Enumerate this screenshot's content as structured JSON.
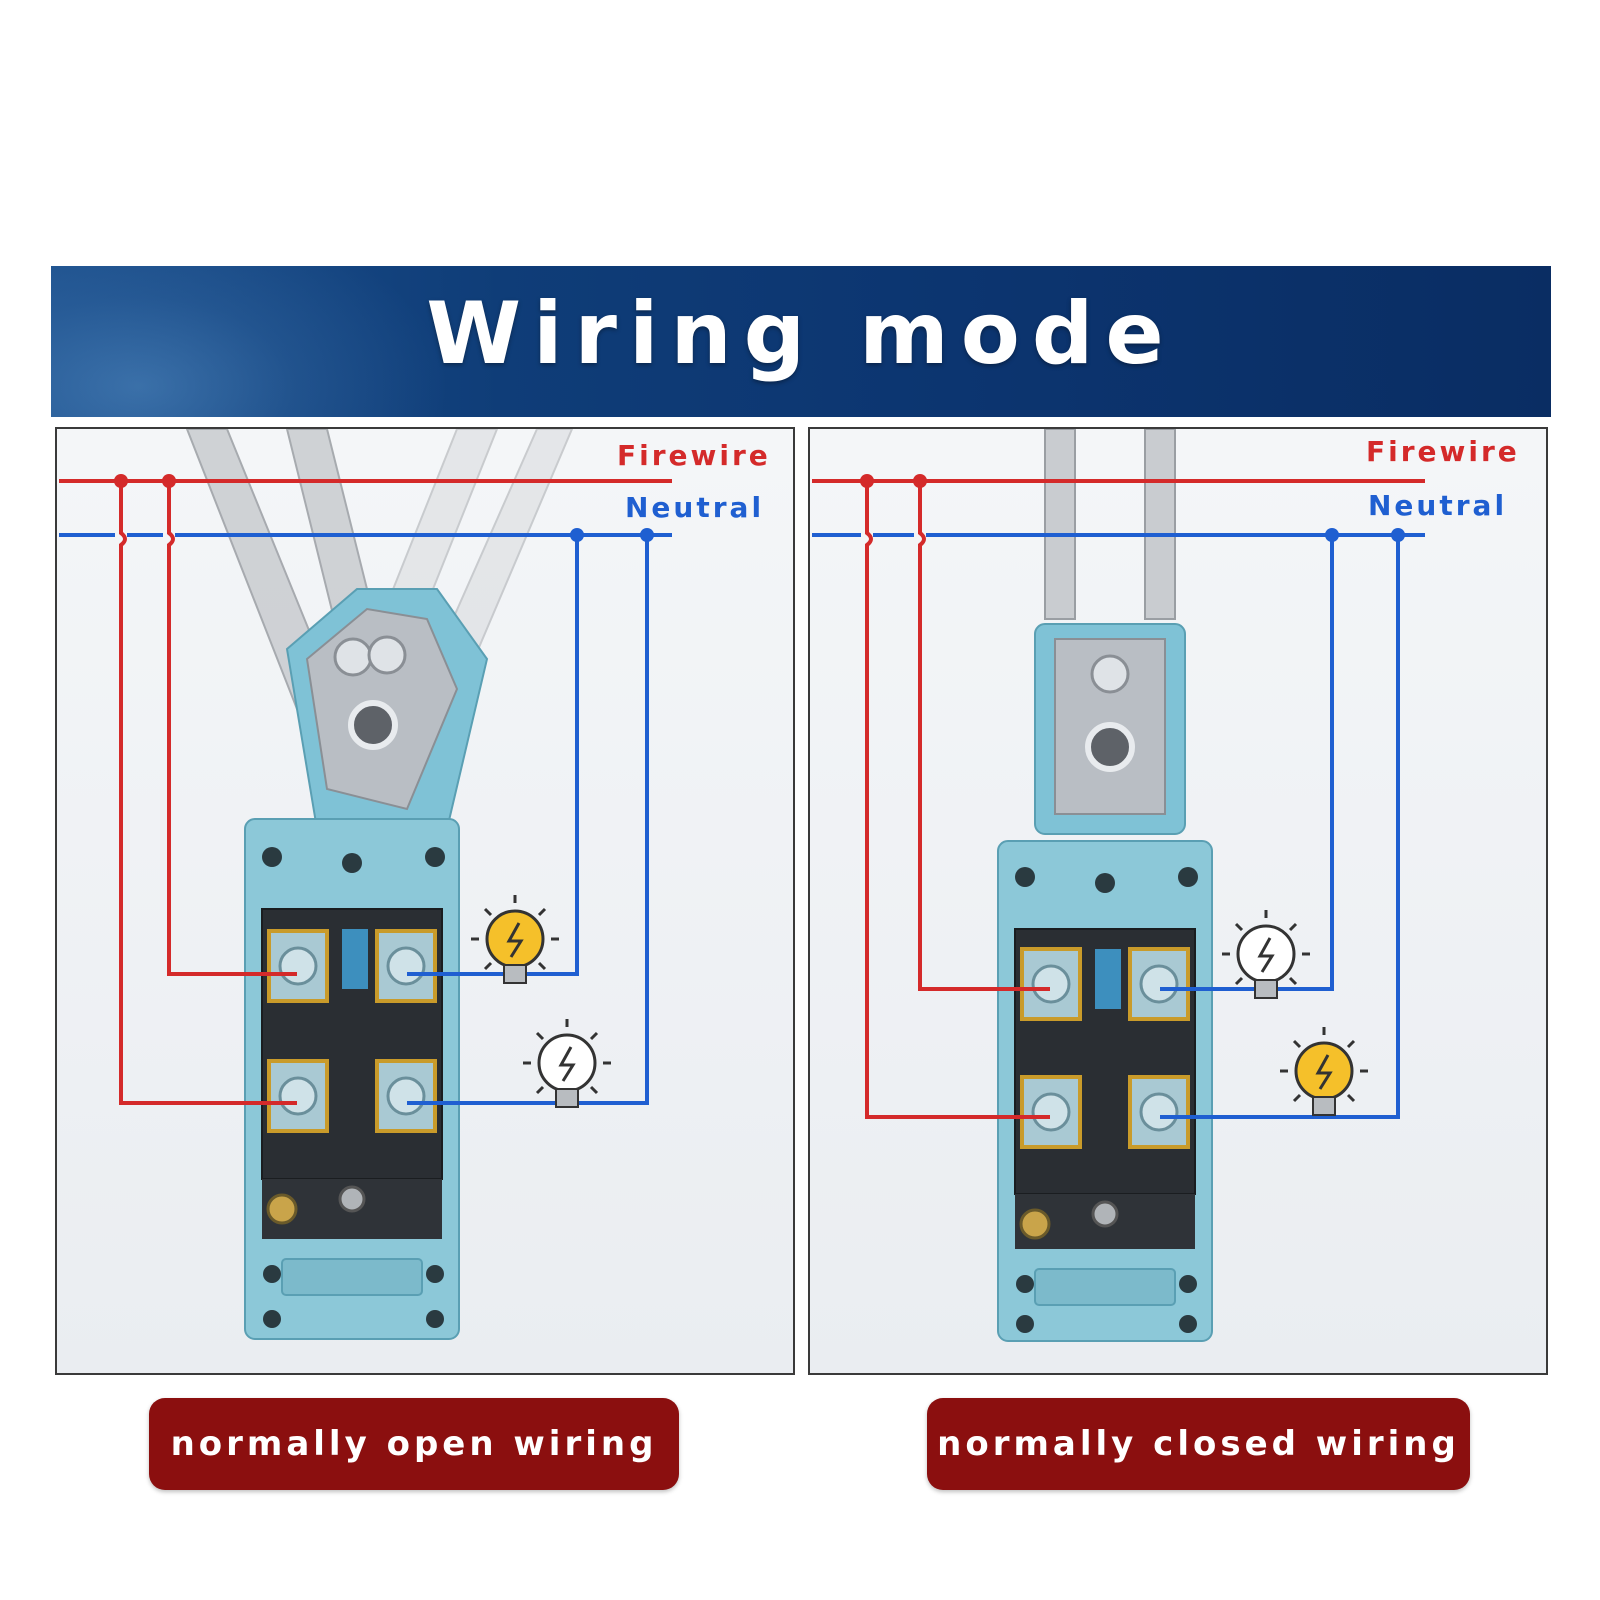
{
  "banner": {
    "title": "Wiring mode"
  },
  "panels": [
    {
      "firewire_label": "Firewire",
      "neutral_label": "Neutral",
      "caption": "normally open wiring",
      "upper_lamp_state": "on",
      "lower_lamp_state": "off"
    },
    {
      "firewire_label": "Firewire",
      "neutral_label": "Neutral",
      "caption": "normally closed wiring",
      "upper_lamp_state": "off",
      "lower_lamp_state": "on"
    }
  ],
  "colors": {
    "firewire": "#d42a2a",
    "neutral": "#1f5fd1",
    "banner": "#0f3d78",
    "caption_bg": "#8b0f0f",
    "switch_body": "#8cc8d8",
    "lamp_on": "#f5c02a"
  }
}
